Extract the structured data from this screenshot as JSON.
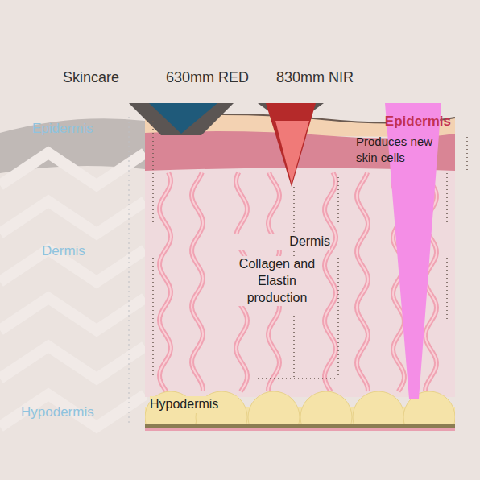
{
  "diagram": {
    "nodes": [
      {
        "text": [
          "Epidermis",
          "Produces new skin cells"
        ]
      },
      {
        "text": [
          "Dermis",
          "Collagen and Elastin production"
        ]
      },
      {
        "text": [
          "Hypodermis"
        ]
      }
    ],
    "labels": [
      "Skincare",
      "630mm RED",
      "830mm NIR",
      "Epidermis",
      "Dermis",
      "Hypodermis"
    ]
  }
}
